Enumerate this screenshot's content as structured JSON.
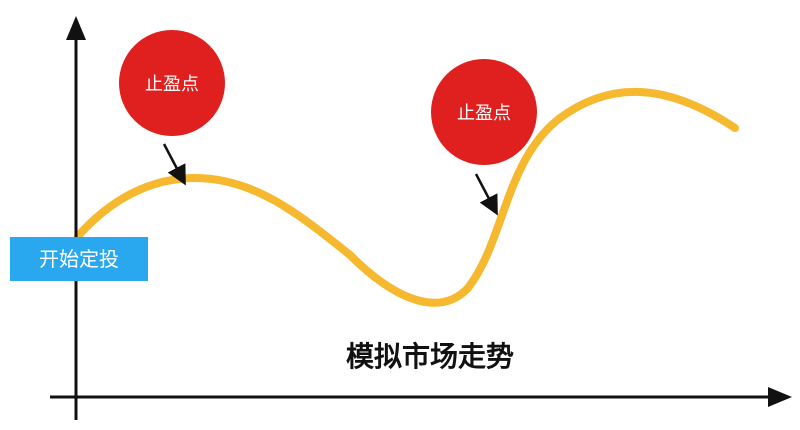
{
  "diagram": {
    "start_label": "开始定投",
    "caption": "模拟市场走势",
    "callouts": [
      {
        "label": "止盈点"
      },
      {
        "label": "止盈点"
      }
    ]
  },
  "colors": {
    "curve": "#F5B82E",
    "callout_fill": "#E0201E",
    "start_label_bg": "#29A8F0",
    "axis": "#111111",
    "caption_text": "#111111"
  },
  "icons": {
    "y_axis_head": "arrow-up-icon",
    "x_axis_head": "arrow-right-icon",
    "pointer": "arrow-pointer-icon"
  }
}
